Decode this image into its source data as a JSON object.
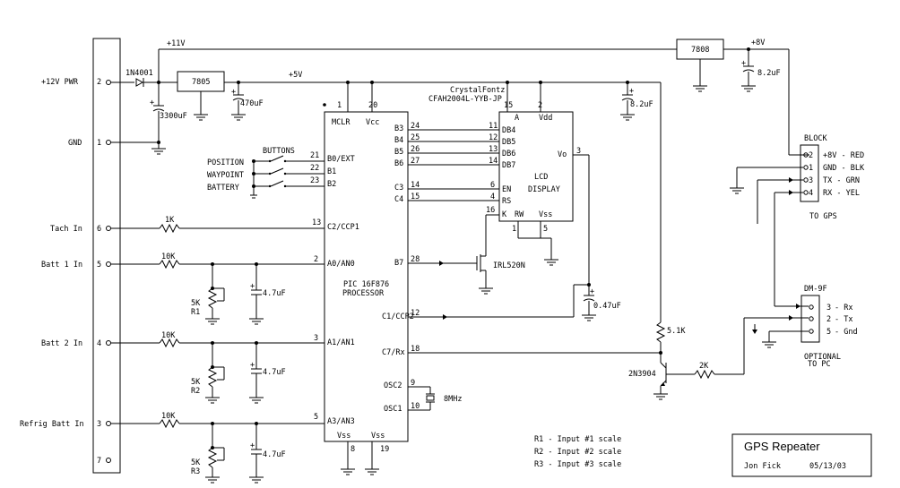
{
  "title_block": {
    "title": "GPS Repeater",
    "author": "Jon Fick",
    "date": "05/13/03"
  },
  "notes": [
    "R1 - Input #1 scale",
    "R2 - Input #2 scale",
    "R3 - Input #3 scale"
  ],
  "connector_left": {
    "pins": [
      {
        "num": "2",
        "label": "+12V PWR"
      },
      {
        "num": "1",
        "label": "GND"
      },
      {
        "num": "6",
        "label": "Tach In"
      },
      {
        "num": "5",
        "label": "Batt 1 In"
      },
      {
        "num": "4",
        "label": "Batt 2 In"
      },
      {
        "num": "3",
        "label": "Refrig Batt In"
      },
      {
        "num": "7",
        "label": ""
      }
    ]
  },
  "power": {
    "diode": "1N4001",
    "reg1": "7805",
    "reg2": "7808",
    "rail_11v": "+11V",
    "rail_5v": "+5V",
    "rail_8v": "+8V",
    "c_3300": "3300uF",
    "c_470": "470uF",
    "c_82a": "8.2uF",
    "c_82b": "8.2uF"
  },
  "pic": {
    "name1": "PIC 16F876",
    "name2": "PROCESSOR",
    "pin1": "1",
    "pin20": "20",
    "mclr": "MCLR",
    "vcc": "Vcc",
    "left_pins": [
      {
        "num": "21",
        "label": "B0/EXT"
      },
      {
        "num": "22",
        "label": "B1"
      },
      {
        "num": "23",
        "label": "B2"
      },
      {
        "num": "13",
        "label": "C2/CCP1"
      },
      {
        "num": "2",
        "label": "A0/AN0"
      },
      {
        "num": "3",
        "label": "A1/AN1"
      },
      {
        "num": "5",
        "label": "A3/AN3"
      }
    ],
    "right_pins": [
      {
        "num": "24",
        "label": "B3"
      },
      {
        "num": "25",
        "label": "B4"
      },
      {
        "num": "26",
        "label": "B5"
      },
      {
        "num": "27",
        "label": "B6"
      },
      {
        "num": "14",
        "label": "C3"
      },
      {
        "num": "15",
        "label": "C4"
      },
      {
        "num": "28",
        "label": "B7"
      },
      {
        "num": "12",
        "label": "C1/CCP2"
      },
      {
        "num": "18",
        "label": "C7/Rx"
      },
      {
        "num": "9",
        "label": "OSC2"
      },
      {
        "num": "10",
        "label": "OSC1"
      }
    ],
    "vss1": "Vss",
    "vss2": "Vss",
    "pin8": "8",
    "pin19": "19"
  },
  "lcd": {
    "maker": "CrystalFontz",
    "part": "CFAH2004L-YYB-JP",
    "name1": "LCD",
    "name2": "DISPLAY",
    "pin15": "15",
    "pin2": "2",
    "a": "A",
    "vdd": "Vdd",
    "left_pins": [
      {
        "num": "11",
        "label": "DB4"
      },
      {
        "num": "12",
        "label": "DB5"
      },
      {
        "num": "13",
        "label": "DB6"
      },
      {
        "num": "14",
        "label": "DB7"
      },
      {
        "num": "6",
        "label": "EN"
      },
      {
        "num": "4",
        "label": "RS"
      },
      {
        "num": "16",
        "label": "K"
      }
    ],
    "vo": "Vo",
    "pin3": "3",
    "rw": "RW",
    "vss": "Vss",
    "pin1": "1",
    "pin5": "5"
  },
  "buttons": {
    "title": "BUTTONS",
    "labels": [
      "POSITION",
      "WAYPOINT",
      "BATTERY"
    ]
  },
  "parts": {
    "r_tach": "1K",
    "r_b1": "10K",
    "r_b2": "10K",
    "r_b3": "10K",
    "pot1": "5K",
    "pot1_ref": "R1",
    "pot2": "5K",
    "pot2_ref": "R2",
    "pot3": "5K",
    "pot3_ref": "R3",
    "c1": "4.7uF",
    "c2": "4.7uF",
    "c3": "4.7uF",
    "fet": "IRL520N",
    "cap_047": "0.47uF",
    "crystal": "8MHz",
    "r_51k": "5.1K",
    "transistor": "2N3904",
    "r_2k": "2K"
  },
  "gps_block": {
    "title": "BLOCK",
    "footer": "TO GPS",
    "pins": [
      {
        "num": "2",
        "label": "+8V - RED"
      },
      {
        "num": "1",
        "label": "GND - BLK"
      },
      {
        "num": "3",
        "label": "TX - GRN"
      },
      {
        "num": "4",
        "label": "RX - YEL"
      }
    ]
  },
  "pc_block": {
    "title": "DM-9F",
    "footer1": "OPTIONAL",
    "footer2": "TO PC",
    "pins": [
      {
        "num": "3",
        "label": "- Rx"
      },
      {
        "num": "2",
        "label": "- Tx"
      },
      {
        "num": "5",
        "label": "- Gnd"
      }
    ]
  }
}
